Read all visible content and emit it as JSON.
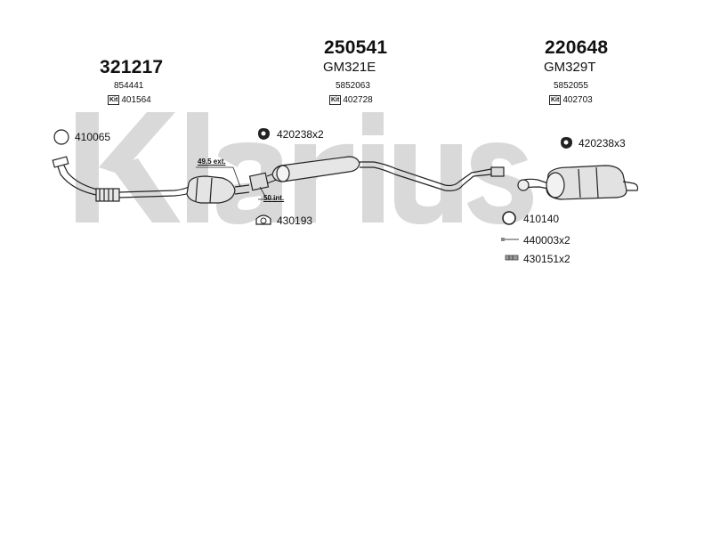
{
  "watermark": {
    "brand": "Klarius"
  },
  "sections": [
    {
      "part_number": "321217",
      "sub_number": "854441",
      "kit_badge": "Kit",
      "kit_number": "401564"
    },
    {
      "part_number": "250541",
      "code": "GM321E",
      "sub_number": "5852063",
      "kit_badge": "Kit",
      "kit_number": "402728"
    },
    {
      "part_number": "220648",
      "code": "GM329T",
      "sub_number": "5852055",
      "kit_badge": "Kit",
      "kit_number": "402703"
    }
  ],
  "accessories": {
    "ring_left": "410065",
    "hanger_mid": "420238x2",
    "clamp_mid": "430193",
    "hanger_right": "420238x3",
    "ring_right": "410140",
    "bolt": "440003x2",
    "spring": "430151x2"
  },
  "dimensions": {
    "ext": "49.5 ext.",
    "int": "50 int."
  }
}
